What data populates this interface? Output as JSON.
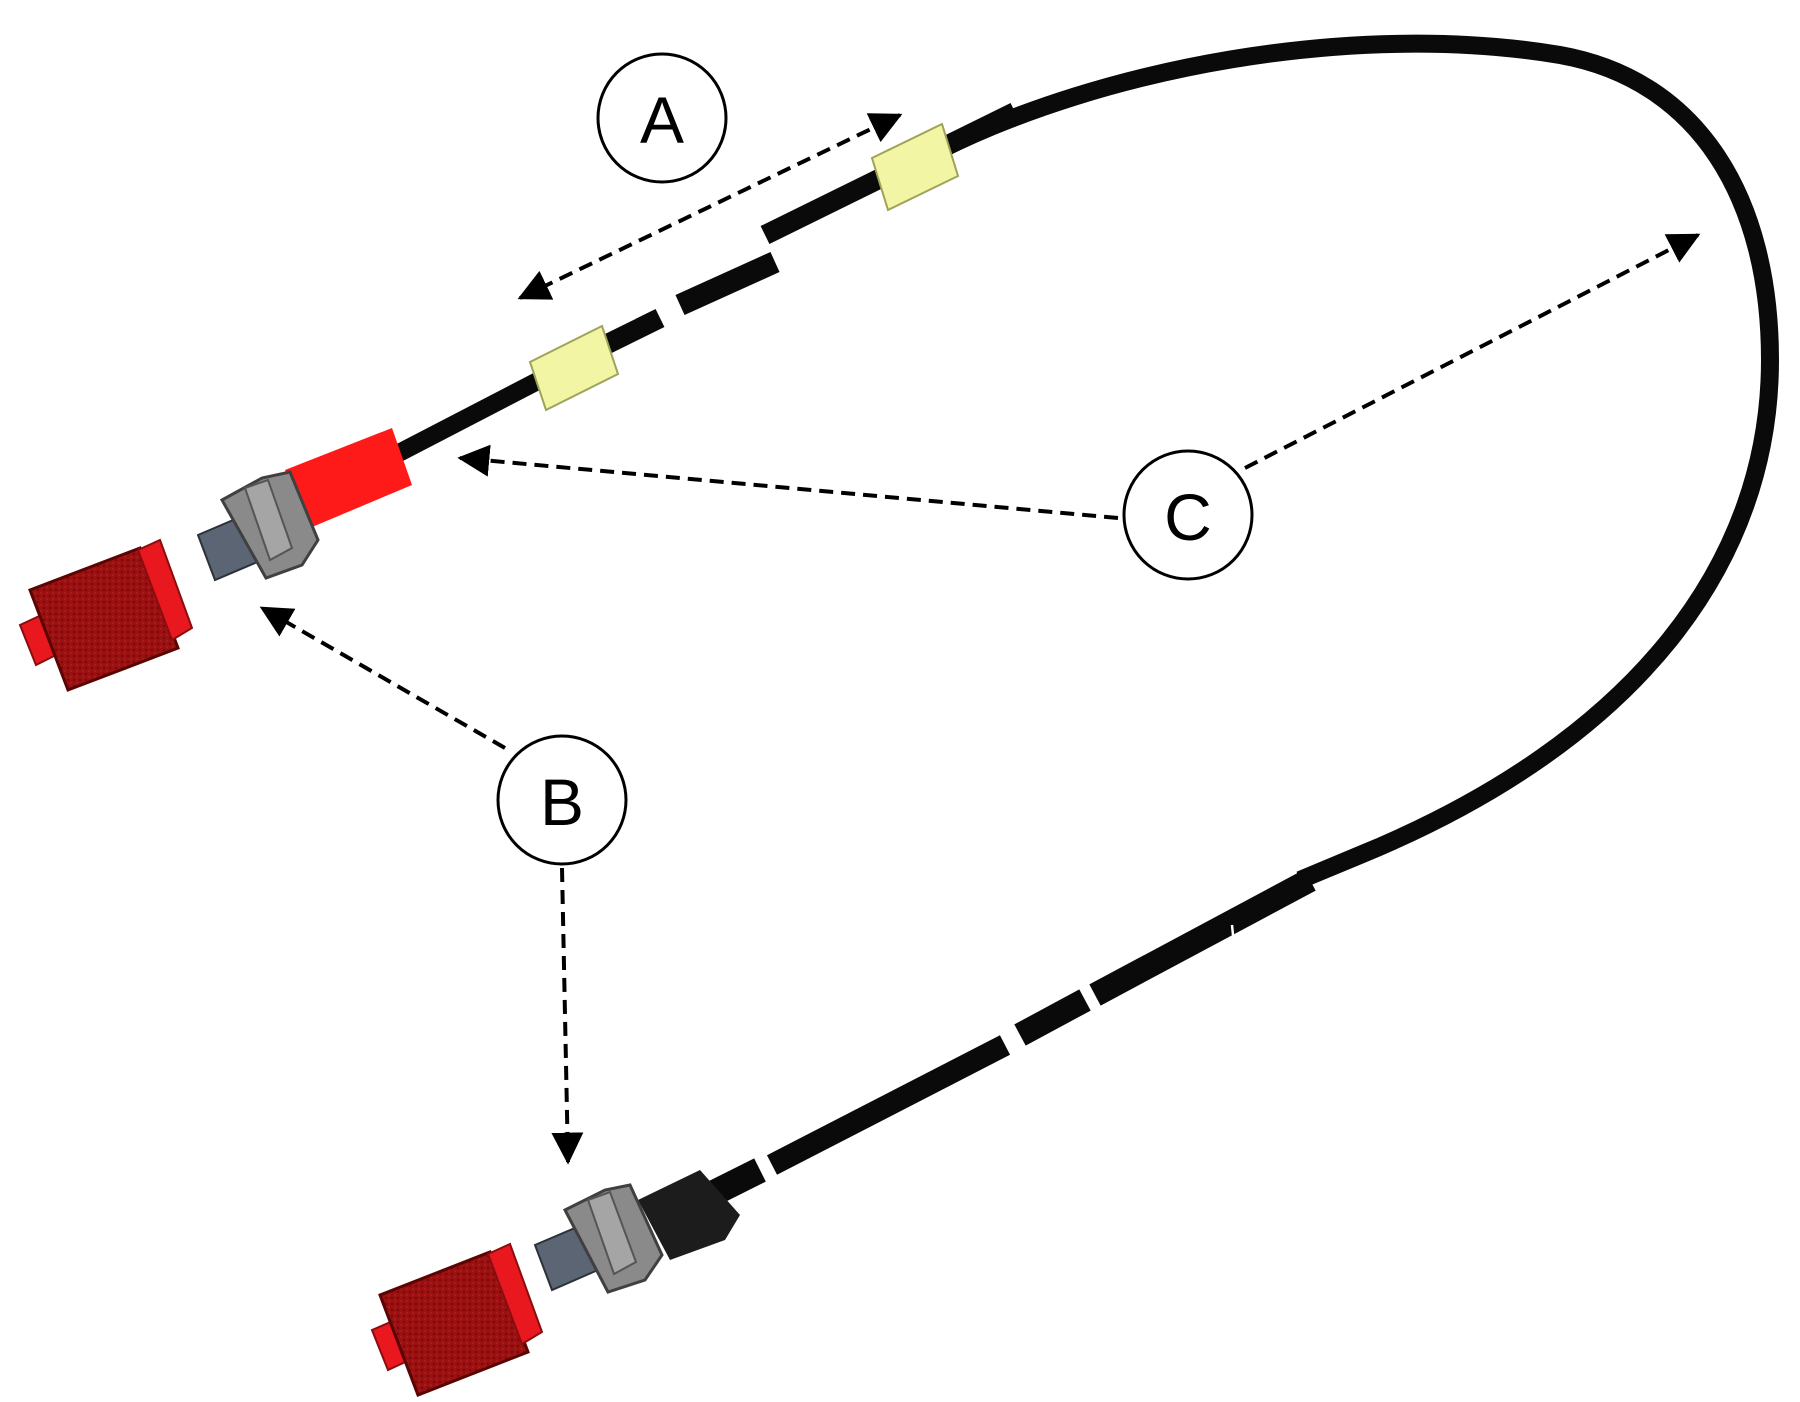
{
  "callouts": {
    "a": "A",
    "b": "B",
    "c": "C"
  },
  "colors": {
    "cable": "#0a0a0a",
    "sleeve": "#ff1a1a",
    "marker_band": "#f2f5a3",
    "dust_cap": "#9b1010",
    "cap_lip": "#e8181e",
    "connector_nut": "#8a8a8a",
    "ferrule": "#5b6573",
    "boot": "#1c1c1c",
    "arrow": "#000000"
  },
  "icons": [
    "dust-cap-icon",
    "connector-icon",
    "cable-icon",
    "marker-band-icon",
    "dashed-arrow-icon"
  ]
}
